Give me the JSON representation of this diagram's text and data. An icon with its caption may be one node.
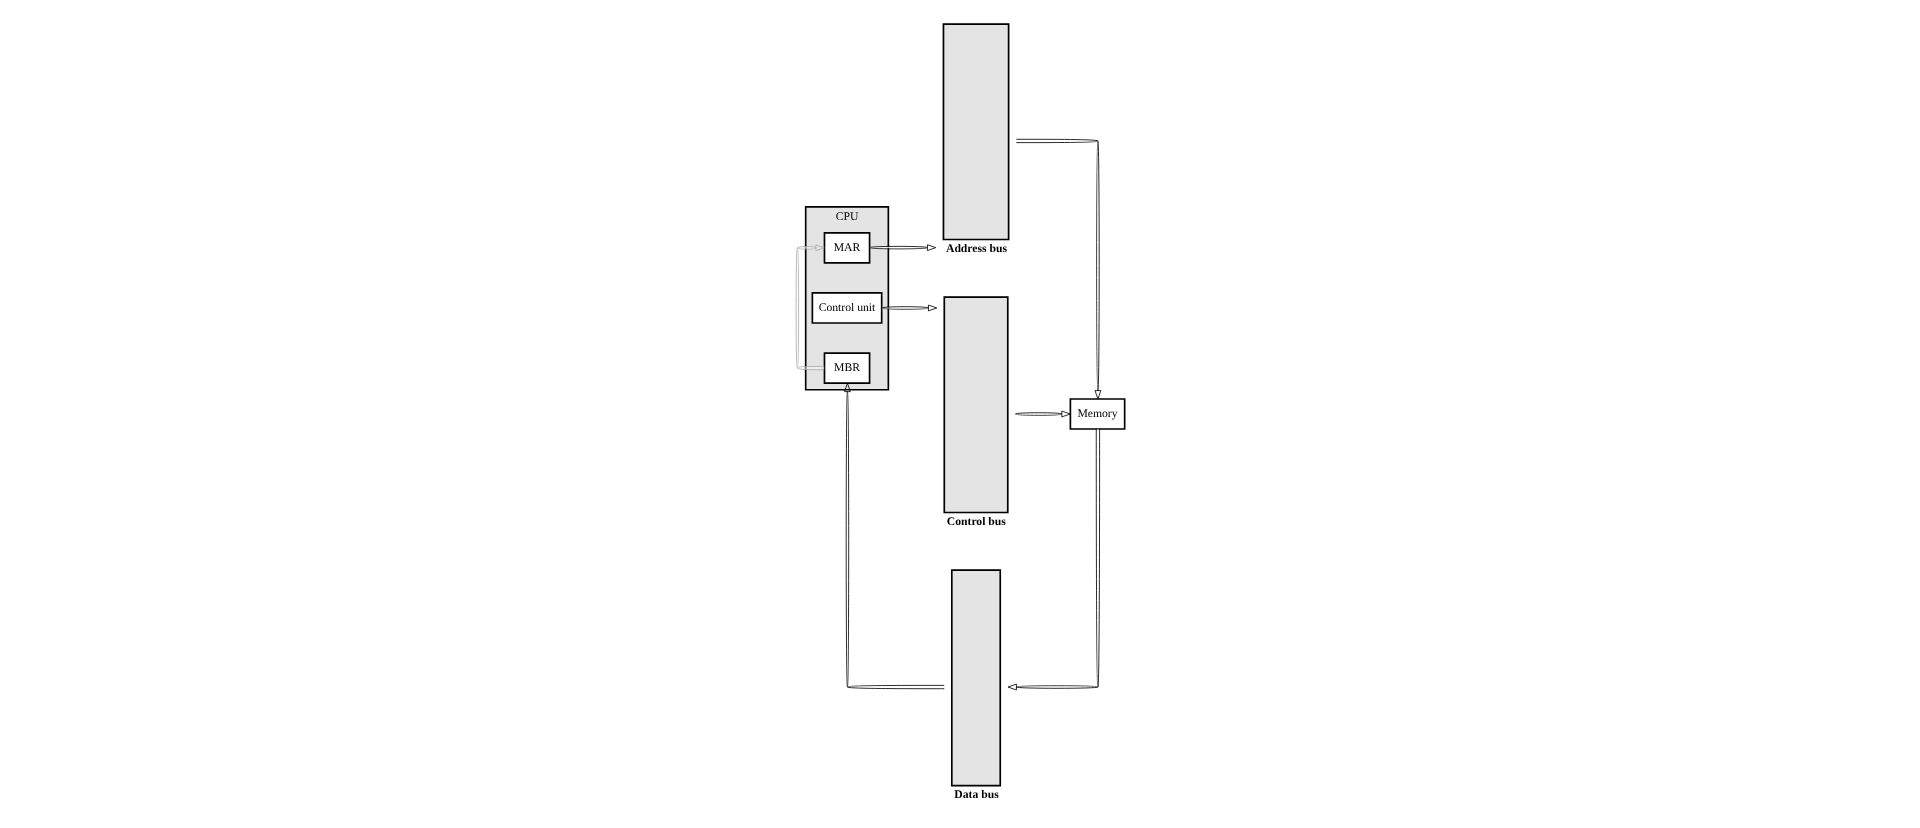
{
  "diagram": {
    "nodes": [
      {
        "text": [
          "CPU"
        ]
      },
      {
        "text": [
          "MAR"
        ],
        "in": 0
      },
      {
        "text": [
          "Control unit"
        ],
        "in": 0
      },
      {
        "text": [
          "MBR"
        ],
        "in": 0
      },
      {
        "text": [
          "Address bus"
        ]
      },
      {
        "text": [
          "Data bus"
        ]
      },
      {
        "text": [
          "Control bus"
        ]
      },
      {
        "text": [
          "Memory"
        ]
      }
    ],
    "edges": [
      {
        "from": 3,
        "to": 1,
        "arrow": "to",
        "color": "#aaaaaa"
      },
      {
        "from": 1,
        "to": 4,
        "arrow": "to"
      },
      {
        "from": 6,
        "to": 7,
        "arrow": "to"
      },
      {
        "from": 7,
        "to": 5,
        "arrow": "to"
      },
      {
        "from": 4,
        "to": 7,
        "arrow": "to"
      },
      {
        "from": 2,
        "to": 6,
        "arrow": "to"
      },
      {
        "from": 5,
        "to": 3,
        "arrow": "to"
      }
    ]
  }
}
